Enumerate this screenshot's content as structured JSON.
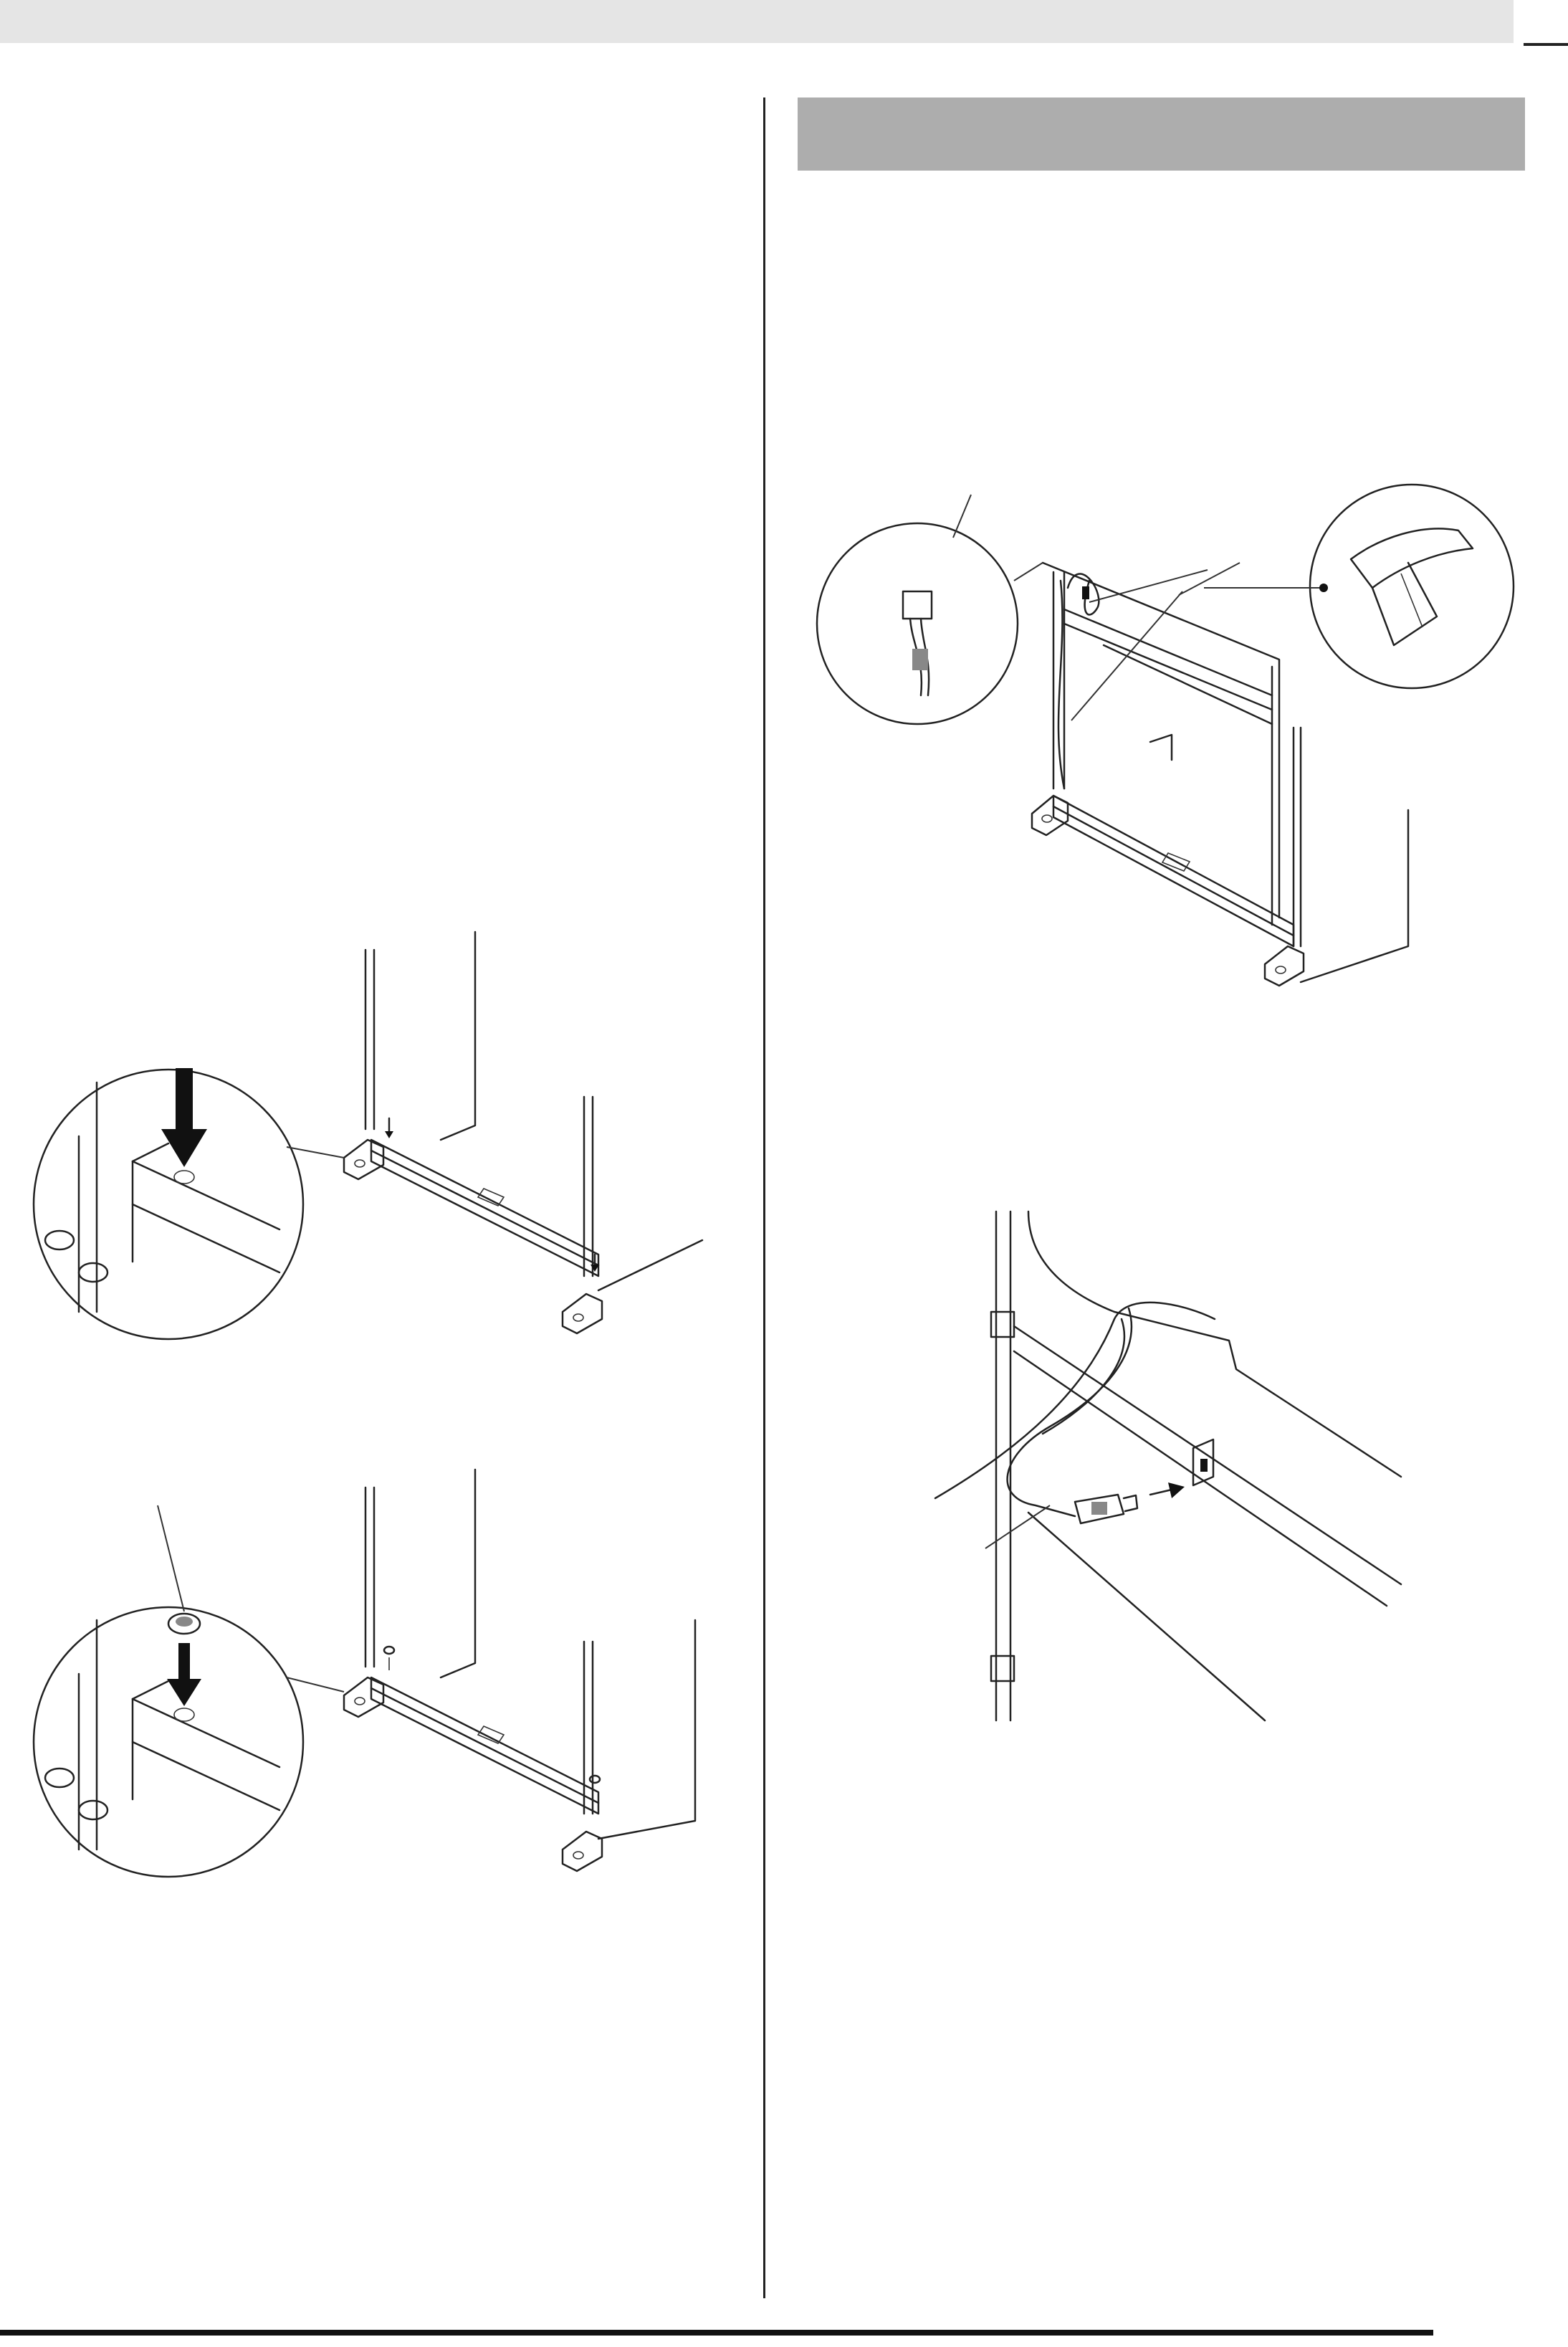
{
  "page": {
    "header_band": "",
    "section_heading": ""
  },
  "figures": [
    {
      "id": "fig-bracket-screw",
      "description_icon": "screw-insert-icon"
    },
    {
      "id": "fig-bracket-cap",
      "description_icon": "cap-insert-icon"
    },
    {
      "id": "fig-pedal-cable",
      "description_icon": "cable-connector-icon"
    },
    {
      "id": "fig-power-cord",
      "description_icon": "power-plug-icon"
    }
  ],
  "colors": {
    "band": "#e5e5e5",
    "section_header": "#adadad",
    "ink": "#222222"
  }
}
